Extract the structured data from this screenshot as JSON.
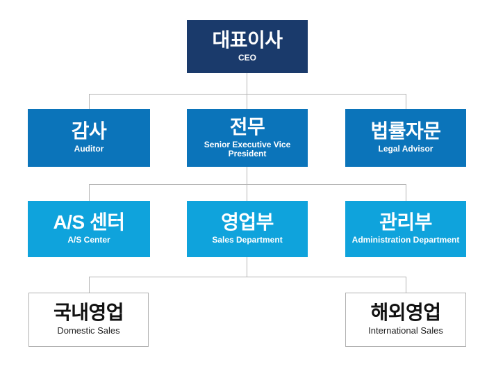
{
  "chart": {
    "type": "org-chart",
    "levels": 4,
    "nodes": [
      {
        "id": "ceo",
        "ko": "대표이사",
        "en": "CEO",
        "level": 1,
        "parent": null
      },
      {
        "id": "auditor",
        "ko": "감사",
        "en": "Auditor",
        "level": 2,
        "parent": "ceo"
      },
      {
        "id": "svp",
        "ko": "전무",
        "en": "Senior Executive Vice President",
        "level": 2,
        "parent": "ceo"
      },
      {
        "id": "legal-advisor",
        "ko": "법률자문",
        "en": "Legal Advisor",
        "level": 2,
        "parent": "ceo"
      },
      {
        "id": "as-center",
        "ko": "A/S 센터",
        "en": "A/S Center",
        "level": 3,
        "parent": "svp"
      },
      {
        "id": "sales-dept",
        "ko": "영업부",
        "en": "Sales Department",
        "level": 3,
        "parent": "svp"
      },
      {
        "id": "admin-dept",
        "ko": "관리부",
        "en": "Administration Department",
        "level": 3,
        "parent": "svp"
      },
      {
        "id": "domestic-sales",
        "ko": "국내영업",
        "en": "Domestic Sales",
        "level": 4,
        "parent": "sales-dept"
      },
      {
        "id": "intl-sales",
        "ko": "해외영업",
        "en": "International Sales",
        "level": 4,
        "parent": "sales-dept"
      }
    ],
    "colors": {
      "level1_bg": "#1a3a6b",
      "level2_bg": "#0b74ba",
      "level3_bg": "#0fa3dc",
      "level4_bg": "#ffffff",
      "level4_border": "#b0b0b0",
      "connector_line": "#b5b5b5",
      "text_on_blue": "#ffffff",
      "text_on_white": "#111111"
    }
  }
}
